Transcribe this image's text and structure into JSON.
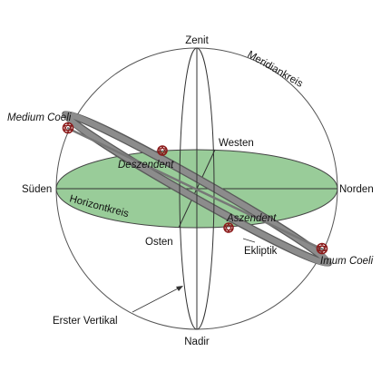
{
  "labels": {
    "zenit": "Zenit",
    "nadir": "Nadir",
    "sueden": "Süden",
    "norden": "Norden",
    "westen": "Westen",
    "osten": "Osten",
    "meridiankreis": "Meridiankreis",
    "horizontkreis": "Horizontkreis",
    "ekliptik": "Ekliptik",
    "erster_vertikal": "Erster Vertikal",
    "medium_coeli": "Medium Coeli",
    "imum_coeli": "Imum Coeli",
    "deszendent": "Deszendent",
    "aszendent": "Aszendent"
  },
  "colors": {
    "horizon_fill": "#99cc99",
    "ecliptic_band": "#8c8c8c",
    "ecliptic_edge": "#5a5a5a",
    "star_marker": "#8b1a1a",
    "lines": "#333333"
  }
}
